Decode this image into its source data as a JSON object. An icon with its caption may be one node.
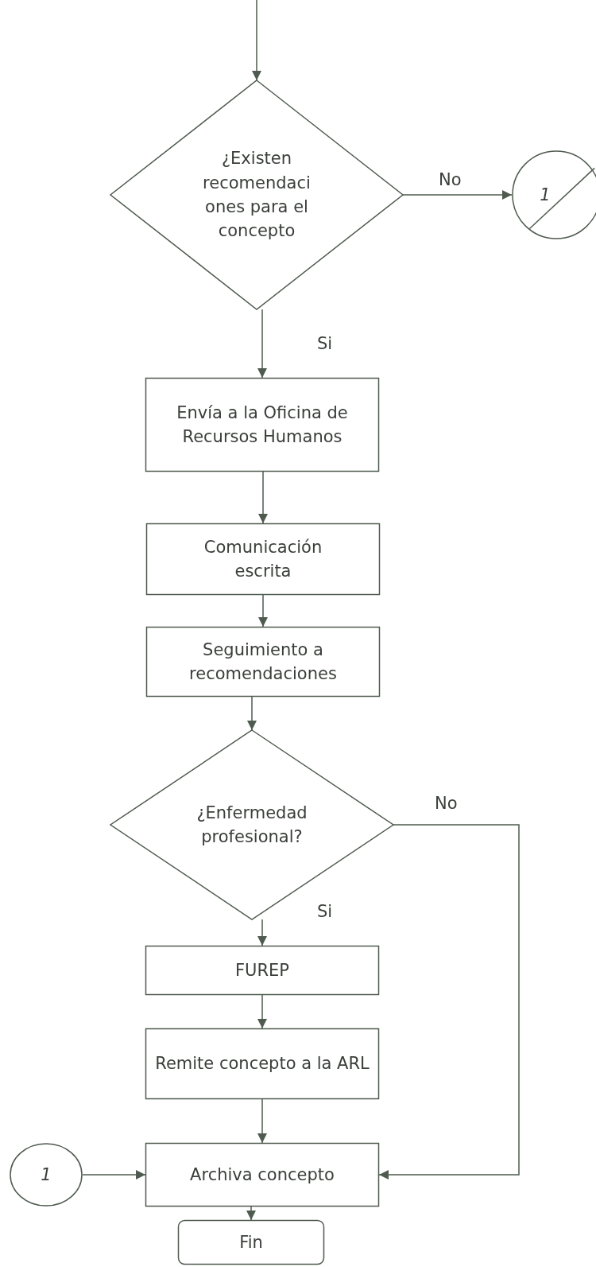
{
  "diagram": {
    "nodes": [
      {
        "text": [
          "¿Existen recomendaci ones para el concepto"
        ]
      },
      {
        "text": [
          "1"
        ]
      },
      {
        "text": [
          "Envía a la Oficina de Recursos Humanos"
        ]
      },
      {
        "text": [
          "Comunicación escrita"
        ]
      },
      {
        "text": [
          "Seguimiento a recomendaciones"
        ]
      },
      {
        "text": [
          "¿Enfermedad profesional?"
        ]
      },
      {
        "text": [
          "FUREP"
        ]
      },
      {
        "text": [
          "Remite concepto a la ARL"
        ]
      },
      {
        "text": [
          "1"
        ]
      },
      {
        "text": [
          "Archiva concepto"
        ]
      },
      {
        "text": [
          "Fin"
        ]
      }
    ],
    "edges": [
      {
        "from": null,
        "to": 0,
        "arrow": "to"
      },
      {
        "from": 0,
        "to": 1,
        "arrow": "to",
        "label": "No"
      },
      {
        "from": 0,
        "to": 2,
        "arrow": "to",
        "label": "Si"
      },
      {
        "from": 2,
        "to": 3,
        "arrow": "to"
      },
      {
        "from": 3,
        "to": 4,
        "arrow": "to"
      },
      {
        "from": 4,
        "to": 5,
        "arrow": "to"
      },
      {
        "from": 5,
        "to": 6,
        "arrow": "to",
        "label": "Si"
      },
      {
        "from": 5,
        "to": 9,
        "arrow": "to",
        "label": "No"
      },
      {
        "from": 6,
        "to": 7,
        "arrow": "to"
      },
      {
        "from": 7,
        "to": 9,
        "arrow": "to"
      },
      {
        "from": 8,
        "to": 9,
        "arrow": "to"
      },
      {
        "from": 9,
        "to": 10,
        "arrow": "to"
      }
    ]
  }
}
